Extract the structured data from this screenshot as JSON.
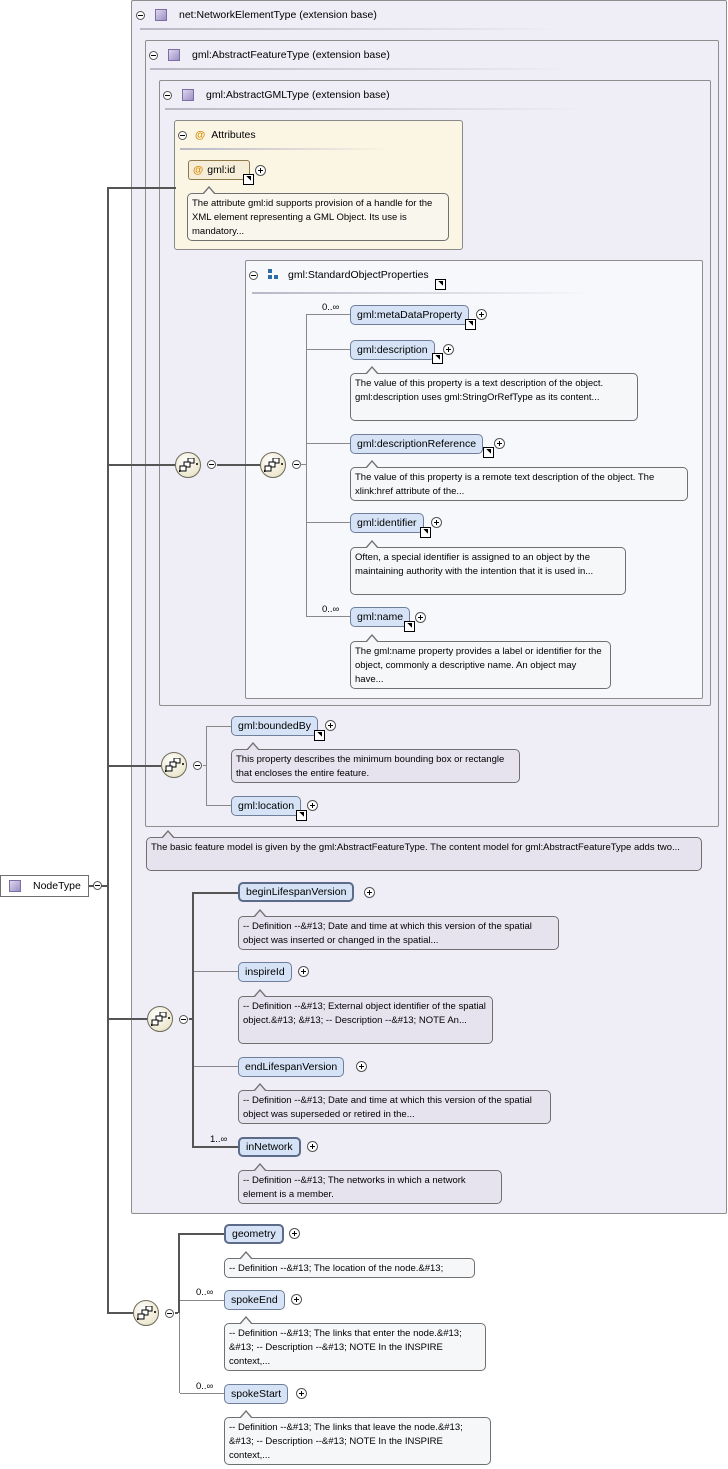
{
  "root": {
    "label": "NodeType"
  },
  "network_element": {
    "title": "net:NetworkElementType (extension base)"
  },
  "abstract_feature": {
    "title": "gml:AbstractFeatureType (extension base)"
  },
  "abstract_gml": {
    "title": "gml:AbstractGMLType (extension base)"
  },
  "attributes": {
    "title": "Attributes",
    "id_label": "gml:id",
    "id_doc": "The attribute gml:id supports provision of a handle for the XML element representing a GML Object. Its use is mandatory..."
  },
  "standard_props": {
    "title": "gml:StandardObjectProperties",
    "items": [
      {
        "label": "gml:metaDataProperty",
        "card": "0..∞",
        "doc": ""
      },
      {
        "label": "gml:description",
        "card": "",
        "doc": "The value of this property is a text description of the object. gml:description uses gml:StringOrRefType as its content..."
      },
      {
        "label": "gml:descriptionReference",
        "card": "",
        "doc": "The value of this property is a remote text description of the object. The xlink:href attribute of the..."
      },
      {
        "label": "gml:identifier",
        "card": "",
        "doc": "Often, a special identifier is assigned to an object by the maintaining authority with the intention that it is used in..."
      },
      {
        "label": "gml:name",
        "card": "0..∞",
        "doc": "The gml:name property provides a label or identifier for the object, commonly a descriptive name. An object may have..."
      }
    ]
  },
  "feature_props": {
    "items": [
      {
        "label": "gml:boundedBy",
        "doc": "This property describes the minimum bounding box or rectangle that encloses the entire feature."
      },
      {
        "label": "gml:location",
        "doc": ""
      }
    ]
  },
  "abstract_feature_doc": "The basic feature model is given by the gml:AbstractFeatureType. The content model for gml:AbstractFeatureType adds two...",
  "network_props": {
    "items": [
      {
        "label": "beginLifespanVersion",
        "card": "",
        "doc": "-- Definition --&#13; Date and time at which this version of the spatial object was inserted or changed in the spatial..."
      },
      {
        "label": "inspireId",
        "card": "",
        "doc": "-- Definition --&#13; External object identifier of the spatial object.&#13; &#13; -- Description --&#13; NOTE An..."
      },
      {
        "label": "endLifespanVersion",
        "card": "",
        "doc": "-- Definition --&#13; Date and time at which this version of the spatial object was superseded or retired in the..."
      },
      {
        "label": "inNetwork",
        "card": "1..∞",
        "doc": "-- Definition --&#13; The networks in which a network element is a member."
      }
    ]
  },
  "node_props": {
    "items": [
      {
        "label": "geometry",
        "card": "",
        "doc": "-- Definition --&#13; The location of the node.&#13;"
      },
      {
        "label": "spokeEnd",
        "card": "0..∞",
        "doc": "-- Definition --&#13; The links that enter the node.&#13; &#13; -- Description --&#13; NOTE In the INSPIRE context,..."
      },
      {
        "label": "spokeStart",
        "card": "0..∞",
        "doc": "-- Definition --&#13; The links that leave the node.&#13; &#13; -- Description --&#13; NOTE In the INSPIRE context,..."
      }
    ]
  }
}
